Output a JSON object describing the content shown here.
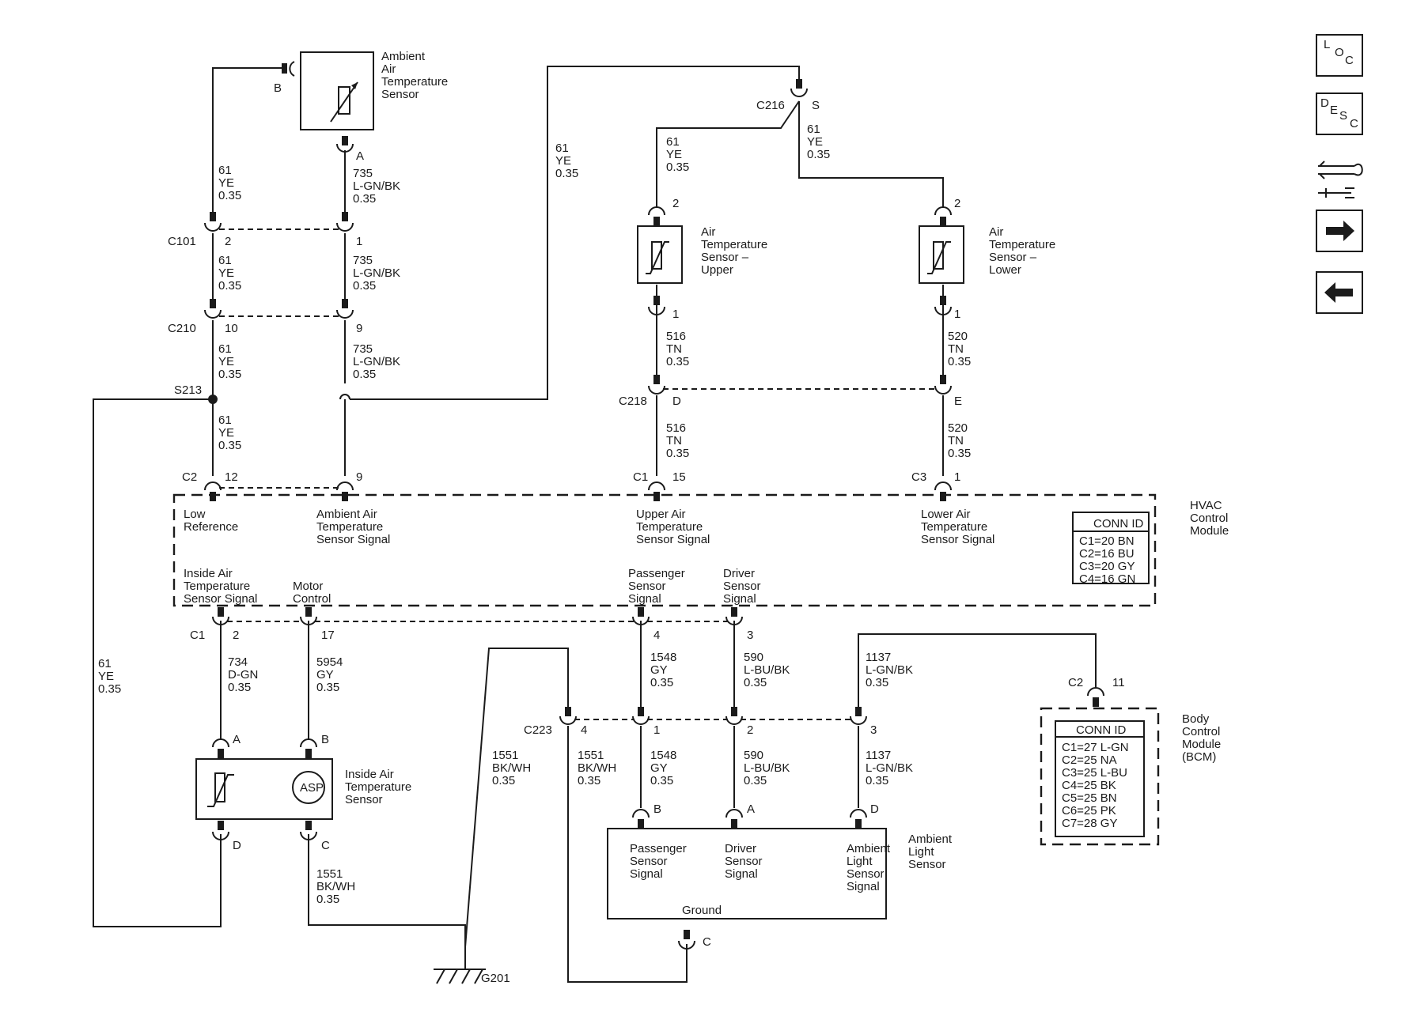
{
  "nav": {
    "loc": [
      "L",
      "O",
      "C"
    ],
    "desc": [
      "D",
      "E",
      "S",
      "C"
    ]
  },
  "components": {
    "ambient_air_temp_sensor": [
      "Ambient",
      "Air",
      "Temperature",
      "Sensor"
    ],
    "air_temp_upper": [
      "Air",
      "Temperature",
      "Sensor –",
      "Upper"
    ],
    "air_temp_lower": [
      "Air",
      "Temperature",
      "Sensor –",
      "Lower"
    ],
    "hvac_module": [
      "HVAC",
      "Control",
      "Module"
    ],
    "inside_air_temp_sensor": [
      "Inside Air",
      "Temperature",
      "Sensor"
    ],
    "asp": "ASP",
    "ambient_light_sensor": [
      "Ambient",
      "Light",
      "Sensor"
    ],
    "bcm": [
      "Body",
      "Control",
      "Module",
      "(BCM)"
    ]
  },
  "hvac_pins": {
    "low_reference": [
      "Low",
      "Reference"
    ],
    "ambient_signal": [
      "Ambient Air",
      "Temperature",
      "Sensor Signal"
    ],
    "upper_signal": [
      "Upper Air",
      "Temperature",
      "Sensor Signal"
    ],
    "lower_signal": [
      "Lower Air",
      "Temperature",
      "Sensor Signal"
    ],
    "inside_signal": [
      "Inside Air",
      "Temperature",
      "Sensor Signal"
    ],
    "motor_control": [
      "Motor",
      "Control"
    ],
    "passenger_signal": [
      "Passenger",
      "Sensor",
      "Signal"
    ],
    "driver_signal": [
      "Driver",
      "Sensor",
      "Signal"
    ]
  },
  "light_pins": {
    "passenger": [
      "Passenger",
      "Sensor",
      "Signal"
    ],
    "driver": [
      "Driver",
      "Sensor",
      "Signal"
    ],
    "ambient": [
      "Ambient",
      "Light",
      "Sensor",
      "Signal"
    ],
    "ground": "Ground"
  },
  "hvac_conn": {
    "title": "CONN ID",
    "rows": [
      "C1=20 BN",
      "C2=16 BU",
      "C3=20 GY",
      "C4=16 GN"
    ]
  },
  "bcm_conn": {
    "title": "CONN ID",
    "rows": [
      "C1=27 L-GN",
      "C2=25 NA",
      "C3=25 L-BU",
      "C4=25 BK",
      "C5=25 BN",
      "C6=25 PK",
      "C7=28 GY"
    ]
  },
  "connectors": {
    "c101": "C101",
    "c210": "C210",
    "s213": "S213",
    "c2": "C2",
    "c216": "C216",
    "c218": "C218",
    "c1": "C1",
    "c3": "C3",
    "c1b": "C1",
    "c223": "C223",
    "c2_bcm": "C2",
    "g201": "G201"
  },
  "pins": {
    "amb_b": "B",
    "amb_a": "A",
    "c101_2": "2",
    "c101_1": "1",
    "c210_10": "10",
    "c210_9": "9",
    "c2_12": "12",
    "c2_9": "9",
    "c216_s": "S",
    "up_2": "2",
    "up_1": "1",
    "lo_2": "2",
    "lo_1": "1",
    "c218_d": "D",
    "c218_e": "E",
    "c1_15": "15",
    "c3_1": "1",
    "c1_2": "2",
    "c1_17": "17",
    "hv_4": "4",
    "hv_3": "3",
    "ia_a": "A",
    "ia_b": "B",
    "ia_d": "D",
    "ia_c": "C",
    "c223_4": "4",
    "c223_1": "1",
    "c223_2": "2",
    "c223_3": "3",
    "ls_b": "B",
    "ls_a": "A",
    "ls_d": "D",
    "ls_c": "C",
    "bcm_11": "11"
  },
  "wires": {
    "w61_a": [
      "61",
      "YE",
      "0.35"
    ],
    "w735_a": [
      "735",
      "L-GN/BK",
      "0.35"
    ],
    "w61_b": [
      "61",
      "YE",
      "0.35"
    ],
    "w735_b": [
      "735",
      "L-GN/BK",
      "0.35"
    ],
    "w61_c": [
      "61",
      "YE",
      "0.35"
    ],
    "w735_c": [
      "735",
      "L-GN/BK",
      "0.35"
    ],
    "w61_d": [
      "61",
      "YE",
      "0.35"
    ],
    "w61_top": [
      "61",
      "YE",
      "0.35"
    ],
    "w61_up": [
      "61",
      "YE",
      "0.35"
    ],
    "w61_s": [
      "61",
      "YE",
      "0.35"
    ],
    "w516_a": [
      "516",
      "TN",
      "0.35"
    ],
    "w520_a": [
      "520",
      "TN",
      "0.35"
    ],
    "w516_b": [
      "516",
      "TN",
      "0.35"
    ],
    "w520_b": [
      "520",
      "TN",
      "0.35"
    ],
    "w61_left": [
      "61",
      "YE",
      "0.35"
    ],
    "w734": [
      "734",
      "D-GN",
      "0.35"
    ],
    "w5954": [
      "5954",
      "GY",
      "0.35"
    ],
    "w1548_a": [
      "1548",
      "GY",
      "0.35"
    ],
    "w590_a": [
      "590",
      "L-BU/BK",
      "0.35"
    ],
    "w1137_a": [
      "1137",
      "L-GN/BK",
      "0.35"
    ],
    "w1551_g": [
      "1551",
      "BK/WH",
      "0.35"
    ],
    "w1551_4": [
      "1551",
      "BK/WH",
      "0.35"
    ],
    "w1548_b": [
      "1548",
      "GY",
      "0.35"
    ],
    "w590_b": [
      "590",
      "L-BU/BK",
      "0.35"
    ],
    "w1137_b": [
      "1137",
      "L-GN/BK",
      "0.35"
    ],
    "w1551_c": [
      "1551",
      "BK/WH",
      "0.35"
    ]
  }
}
